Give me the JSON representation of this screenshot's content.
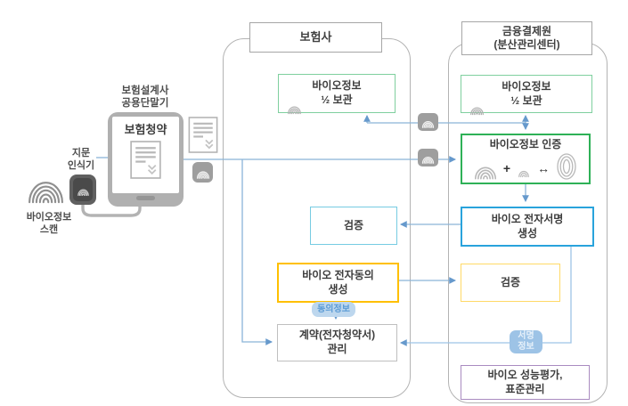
{
  "headers": {
    "insurer": "보험사",
    "kftc": "금융결제원\n(분산관리센터)"
  },
  "device": {
    "terminal_label": "보험설계사\n공용단말기",
    "tablet_title": "보험청약",
    "reader_label": "지문\n인식기",
    "scan_label": "바이오정보\n스캔"
  },
  "insurer_col": {
    "store": "바이오정보\n½ 보관",
    "verify": "검증",
    "consent_gen": "바이오 전자동의\n생성",
    "contract": "계약(전자청약서)\n관리"
  },
  "kftc_col": {
    "store": "바이오정보\n½ 보관",
    "auth_title": "바이오정보 인증",
    "auth_plus": "+",
    "auth_compare": "↔",
    "sign_gen": "바이오 전자서명\n생성",
    "verify": "검증",
    "perf": "바이오 성능평가,\n표준관리"
  },
  "pills": {
    "consent_info": "동의정보",
    "sign_info": "서명\n정보"
  },
  "colors": {
    "green_light": "#7fcf9e",
    "green_bold": "#2eb157",
    "blue_bold": "#29a3dc",
    "blue_light": "#76cbe2",
    "yellow_bold": "#ffc000",
    "yellow_light": "#ffd966",
    "purple": "#a98bc0",
    "gray_border": "#b3b3b3",
    "line_blue": "#8ab4d8",
    "pill_bg_light": "#bdd7ee",
    "pill_bg_medium": "#9dc3e6",
    "pill_text": "#5b9bd5"
  }
}
